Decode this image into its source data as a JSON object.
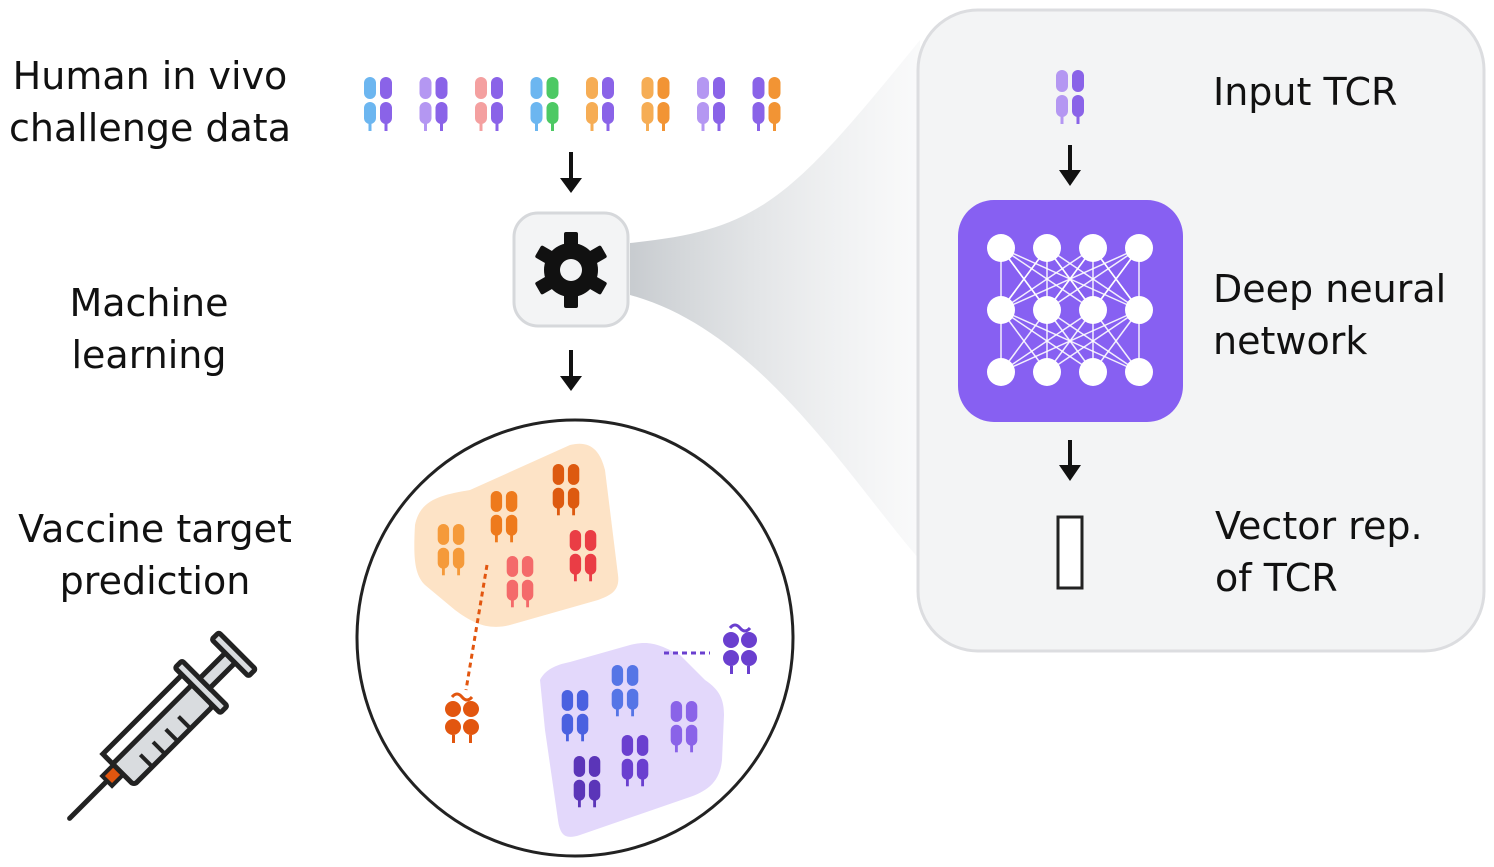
{
  "left_labels": {
    "data": "Human in vivo\nchallenge data",
    "ml": "Machine\nlearning",
    "vaccine": "Vaccine target\nprediction"
  },
  "panel": {
    "input": "Input TCR",
    "dnn": "Deep neural\nnetwork",
    "vector": "Vector rep.\nof TCR"
  },
  "colors": {
    "blue": "#6cb6f0",
    "purple": "#8a63e8",
    "lavender": "#b497f2",
    "pink": "#f4a0a0",
    "green": "#4dc964",
    "orange": "#f29434",
    "lightorange": "#f6ad55",
    "red_orange": "#e2560f",
    "dnn_purple": "#8760f2",
    "cluster_orange_bg": "#fde3c6",
    "cluster_purple_bg": "#e3d8fb"
  },
  "icons": {
    "gear": "gear-icon",
    "syringe": "syringe-icon",
    "network": "neural-network-icon",
    "vector": "vector-icon"
  }
}
